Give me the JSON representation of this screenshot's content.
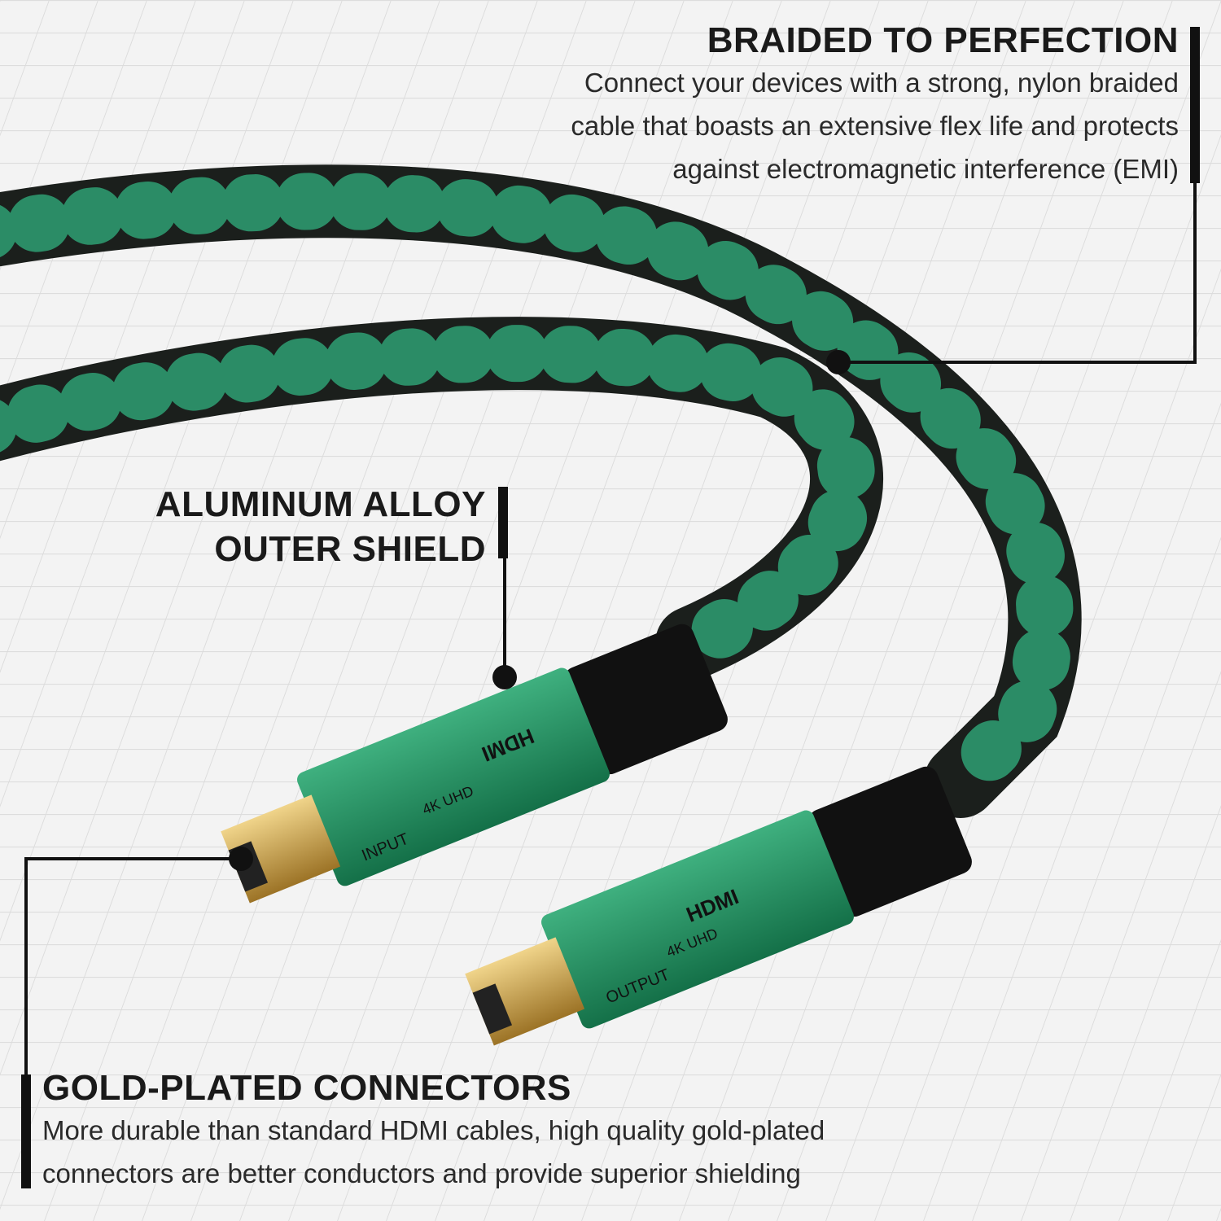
{
  "features": [
    {
      "title": "BRAIDED TO PERFECTION",
      "lines": [
        "Connect your devices with a strong, nylon braided",
        "cable that boasts an extensive flex life and protects",
        "against electromagnetic interference (EMI)"
      ]
    },
    {
      "title_lines": [
        "ALUMINUM ALLOY",
        "OUTER SHIELD"
      ]
    },
    {
      "title": "GOLD-PLATED CONNECTORS",
      "lines": [
        "More durable than standard HDMI cables, high quality gold-plated",
        "connectors are better conductors and provide superior shielding"
      ]
    }
  ],
  "connectors": [
    {
      "brand": "HDMI",
      "badge": "4K UHD",
      "direction": "INPUT"
    },
    {
      "brand": "HDMI",
      "badge": "4K UHD",
      "direction": "OUTPUT"
    }
  ],
  "colors": {
    "cable": "#1b1f1c",
    "stripe": "#2fa779",
    "shell": "#1f8a5c",
    "gold": "#c8a24a",
    "text": "#1a1a1a"
  }
}
